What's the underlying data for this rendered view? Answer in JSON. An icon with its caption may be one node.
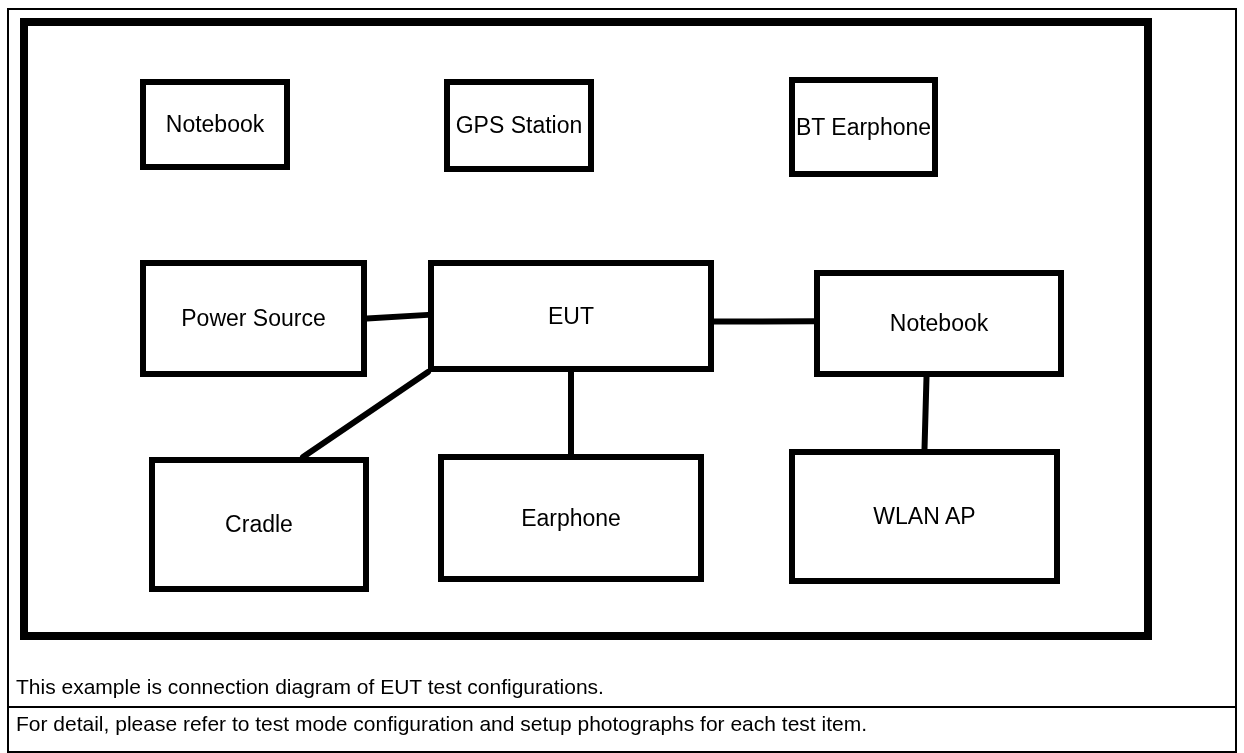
{
  "diagram": {
    "nodes": [
      {
        "text": [],
        "shape": "box"
      },
      {
        "text": [
          "Notebook"
        ],
        "in": 0
      },
      {
        "text": [
          "GPS Station"
        ],
        "in": 0
      },
      {
        "text": [
          "BT Earphone"
        ],
        "in": 0
      },
      {
        "text": [
          "Power Source"
        ],
        "in": 0
      },
      {
        "text": [
          "EUT"
        ],
        "in": 0
      },
      {
        "text": [
          "Notebook"
        ],
        "in": 0
      },
      {
        "text": [
          "Cradle"
        ],
        "in": 0
      },
      {
        "text": [
          "Earphone"
        ],
        "in": 0
      },
      {
        "text": [
          "WLAN AP"
        ],
        "in": 0
      }
    ],
    "edges": [
      {
        "from": 4,
        "to": 5,
        "arrow": "none"
      },
      {
        "from": 5,
        "to": 6,
        "arrow": "none"
      },
      {
        "from": 5,
        "to": 7,
        "arrow": "none"
      },
      {
        "from": 5,
        "to": 8,
        "arrow": "none"
      },
      {
        "from": 6,
        "to": 9,
        "arrow": "none"
      }
    ],
    "labels": [
      "This example is connection diagram of EUT test configurations.",
      "For detail, please refer to test mode configuration and setup photographs for each test item."
    ]
  }
}
